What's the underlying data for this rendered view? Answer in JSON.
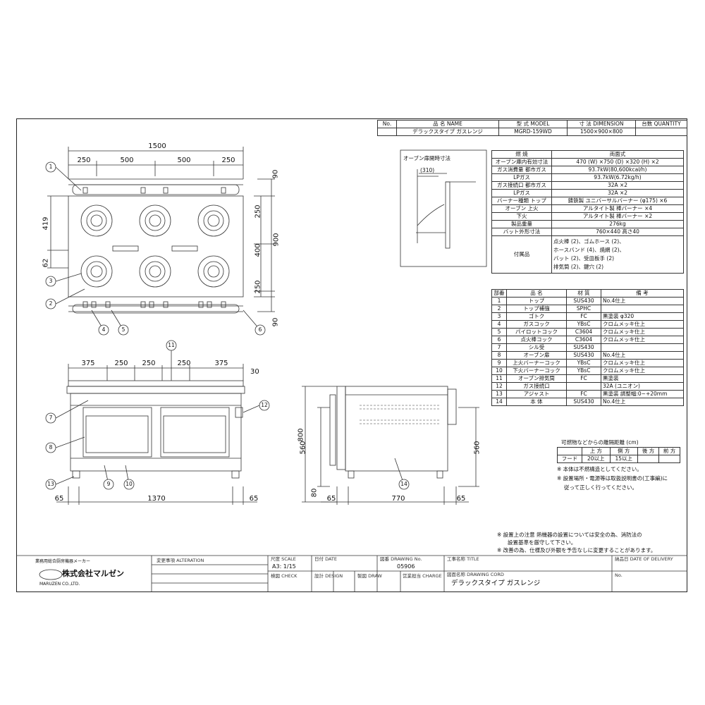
{
  "header": {
    "cols": {
      "no": "No.",
      "name": "品 名 NAME",
      "model": "型 式 MODEL",
      "dimension": "寸 法 DIMENSION",
      "quantity": "台数 QUANTITY"
    },
    "row": {
      "name": "デラックスタイプ ガスレンジ",
      "model": "MGRD-159WD",
      "dimension": "1500×900×800"
    }
  },
  "oven_note": "オーブン扉開時寸法",
  "oven_dim": "(310)",
  "top_dims": {
    "total": "1500",
    "d1": "250",
    "d2": "500",
    "d3": "500",
    "d4": "250",
    "left_419": "419",
    "left_62": "62",
    "right_90a": "90",
    "right_250a": "250",
    "right_900": "900",
    "right_400": "400",
    "right_250b": "250",
    "right_90b": "90"
  },
  "front_dims": {
    "d1": "375",
    "d2": "250",
    "d3": "250",
    "d4": "250",
    "d5": "375",
    "d30": "30",
    "h800": "800",
    "h560": "560",
    "h80": "80",
    "b65a": "65",
    "b1370": "1370",
    "b65b": "65"
  },
  "side_dims": {
    "h560": "560",
    "b65a": "65",
    "b770": "770",
    "b65b": "65"
  },
  "callouts": [
    "1",
    "2",
    "3",
    "4",
    "5",
    "6",
    "7",
    "8",
    "9",
    "10",
    "11",
    "12",
    "13",
    "14"
  ],
  "spec_rows": [
    {
      "k": "燃 焼",
      "v": "両面式"
    },
    {
      "k": "オーブン庫内有効寸法",
      "v": "470 (W) ×750 (D) ×320 (H) ×2"
    },
    {
      "k": "ガス消費量 都市ガス",
      "v": "93.7kW(80,600kcal/h)"
    },
    {
      "k": "LPガス",
      "v": "93.7kW(6.72kg/h)"
    },
    {
      "k": "ガス接続口 都市ガス",
      "v": "32A ×2"
    },
    {
      "k": "LPガス",
      "v": "32A ×2"
    },
    {
      "k": "バーナー種類 トップ",
      "v": "鋳鉄製 ユニバーサルバーナー (φ175) ×6"
    },
    {
      "k": "オーブン 上火",
      "v": "アルタイト製 棒バーナー ×4"
    },
    {
      "k": "下火",
      "v": "アルタイト製 棒バーナー ×2"
    },
    {
      "k": "製品重量",
      "v": "276kg"
    },
    {
      "k": "バット外形寸法",
      "v": "760×440 高さ40"
    }
  ],
  "accessories": {
    "k": "付属品",
    "v": [
      "点火棒 (2)、ゴムホース (2)、",
      "ホースバンド (4)、焼網 (2)、",
      "バット (2)、受皿板手 (2)",
      "排気筒 (2)、鍵穴 (2)"
    ]
  },
  "parts_header": {
    "no": "部番",
    "name": "品 名",
    "material": "材 質",
    "note": "備 考"
  },
  "parts": [
    {
      "no": "1",
      "name": "トップ",
      "material": "SUS430",
      "note": "No.4仕上"
    },
    {
      "no": "2",
      "name": "トップ補強",
      "material": "SPHC",
      "note": ""
    },
    {
      "no": "3",
      "name": "ゴトク",
      "material": "FC",
      "note": "黒塗装 φ320"
    },
    {
      "no": "4",
      "name": "ガスコック",
      "material": "YBsC",
      "note": "クロムメッキ仕上"
    },
    {
      "no": "5",
      "name": "パイロットコック",
      "material": "C3604",
      "note": "クロムメッキ仕上"
    },
    {
      "no": "6",
      "name": "点火棒コック",
      "material": "C3604",
      "note": "クロムメッキ仕上"
    },
    {
      "no": "7",
      "name": "シル受",
      "material": "SUS430",
      "note": ""
    },
    {
      "no": "8",
      "name": "オーブン扉",
      "material": "SUS430",
      "note": "No.4仕上"
    },
    {
      "no": "9",
      "name": "上火バーナーコック",
      "material": "YBsC",
      "note": "クロムメッキ仕上"
    },
    {
      "no": "10",
      "name": "下火バーナーコック",
      "material": "YBsC",
      "note": "クロムメッキ仕上"
    },
    {
      "no": "11",
      "name": "オーブン排気筒",
      "material": "FC",
      "note": "黒塗装"
    },
    {
      "no": "12",
      "name": "ガス接続口",
      "material": "",
      "note": "32A (ユニオン)"
    },
    {
      "no": "13",
      "name": "アジャスト",
      "material": "FC",
      "note": "黒塗装 調整幅:0~+20mm"
    },
    {
      "no": "14",
      "name": "本 体",
      "material": "SUS430",
      "note": "No.4仕上"
    }
  ],
  "clearance": {
    "title": "可燃物などからの離隔距離 (cm)",
    "cols": [
      "上 方",
      "側 方",
      "後 方",
      "前 方"
    ],
    "row_label": "フード",
    "vals": [
      "20以上",
      "15以上",
      ""
    ]
  },
  "notes_small": [
    "※ 本体は不燃構造としてください。",
    "※ 設置場所・電源等は取扱説明書の(工事編)に",
    "従って正しく行ってください。"
  ],
  "notes_bottom": [
    "※ 設置上の注意 熱機器の設置については安全の為、消防法の",
    "設置基準を厳守して下さい。",
    "※ 改善の為、仕様及び外観を予告なしに変更することがあります。"
  ],
  "title_block": {
    "company_small": "業務用総合厨房機器メーカー",
    "company_name": "株式会社マルゼン",
    "company_en": "MARUZEN CO.,LTD.",
    "alteration": "変更事項 ALTERATION",
    "scale_label": "尺度 SCALE",
    "scale": "A3: 1/15",
    "date_label": "日付 DATE",
    "drawing_no_label": "図番 DRAWING No.",
    "drawing_no": "05906",
    "title_label": "工事名称 TITLE",
    "delivery_label": "納品日 DATE OF DELIVERY",
    "check_label": "検図 CHECK",
    "design_label": "設計 DESIGN",
    "drawn_label": "製図 DRAW",
    "charge_label": "営業担当 CHARGE",
    "drawing_code_label": "図面名称 DRAWING CORD",
    "drawing_name": "デラックスタイプ ガスレンジ",
    "no_label": "No."
  }
}
